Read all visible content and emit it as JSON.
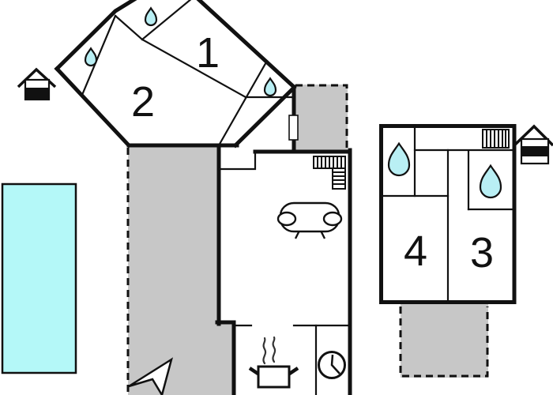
{
  "page": {
    "title": "Holiday home floor plan",
    "background": "#ffffff"
  },
  "colors": {
    "wall": "#111111",
    "terrace_fill": "#c7c7c7",
    "pool_fill": "#b4f8f8",
    "water_fill": "#b9eff4",
    "white": "#ffffff"
  },
  "rooms": [
    {
      "id": "room-1",
      "label": "1"
    },
    {
      "id": "room-2",
      "label": "2"
    },
    {
      "id": "room-3",
      "label": "3"
    },
    {
      "id": "room-4",
      "label": "4"
    }
  ],
  "areas": [
    {
      "name": "swimming-pool"
    },
    {
      "name": "terrace-left"
    },
    {
      "name": "terrace-top-right"
    },
    {
      "name": "terrace-annex"
    }
  ],
  "icons": [
    {
      "name": "water-drop-icon",
      "count": 5
    },
    {
      "name": "house-ground-floor-icon",
      "count": 1
    },
    {
      "name": "house-upper-floor-icon",
      "count": 1
    },
    {
      "name": "stairs-icon",
      "count": 2
    },
    {
      "name": "sofa-icon",
      "count": 1
    },
    {
      "name": "cooking-pot-icon",
      "count": 1
    },
    {
      "name": "steam-icon",
      "count": 1
    },
    {
      "name": "clock-icon",
      "count": 1
    },
    {
      "name": "north-arrow-icon",
      "count": 1
    },
    {
      "name": "door-icon",
      "count": 1
    }
  ]
}
